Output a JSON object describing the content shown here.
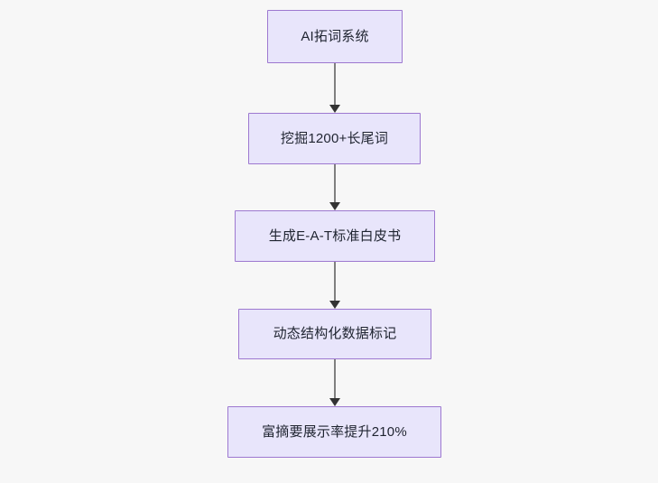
{
  "diagram": {
    "type": "flowchart",
    "orientation": "top-to-bottom",
    "background_color": "#f7f7f7",
    "node_fill_color": "#e8e5fb",
    "node_border_color": "#9d78d0",
    "node_text_color": "#1f2430",
    "connector_line_color": "#808080",
    "connector_arrow_color": "#333333",
    "nodes": [
      {
        "id": "node-0",
        "label": "AI拓词系统"
      },
      {
        "id": "node-1",
        "label": "挖掘1200+长尾词"
      },
      {
        "id": "node-2",
        "label": "生成E-A-T标准白皮书"
      },
      {
        "id": "node-3",
        "label": "动态结构化数据标记"
      },
      {
        "id": "node-4",
        "label": "富摘要展示率提升210%"
      }
    ],
    "connectors": [
      {
        "id": "conn-0",
        "from": "node-0",
        "to": "node-1"
      },
      {
        "id": "conn-1",
        "from": "node-1",
        "to": "node-2"
      },
      {
        "id": "conn-2",
        "from": "node-2",
        "to": "node-3"
      },
      {
        "id": "conn-3",
        "from": "node-3",
        "to": "node-4"
      }
    ]
  }
}
